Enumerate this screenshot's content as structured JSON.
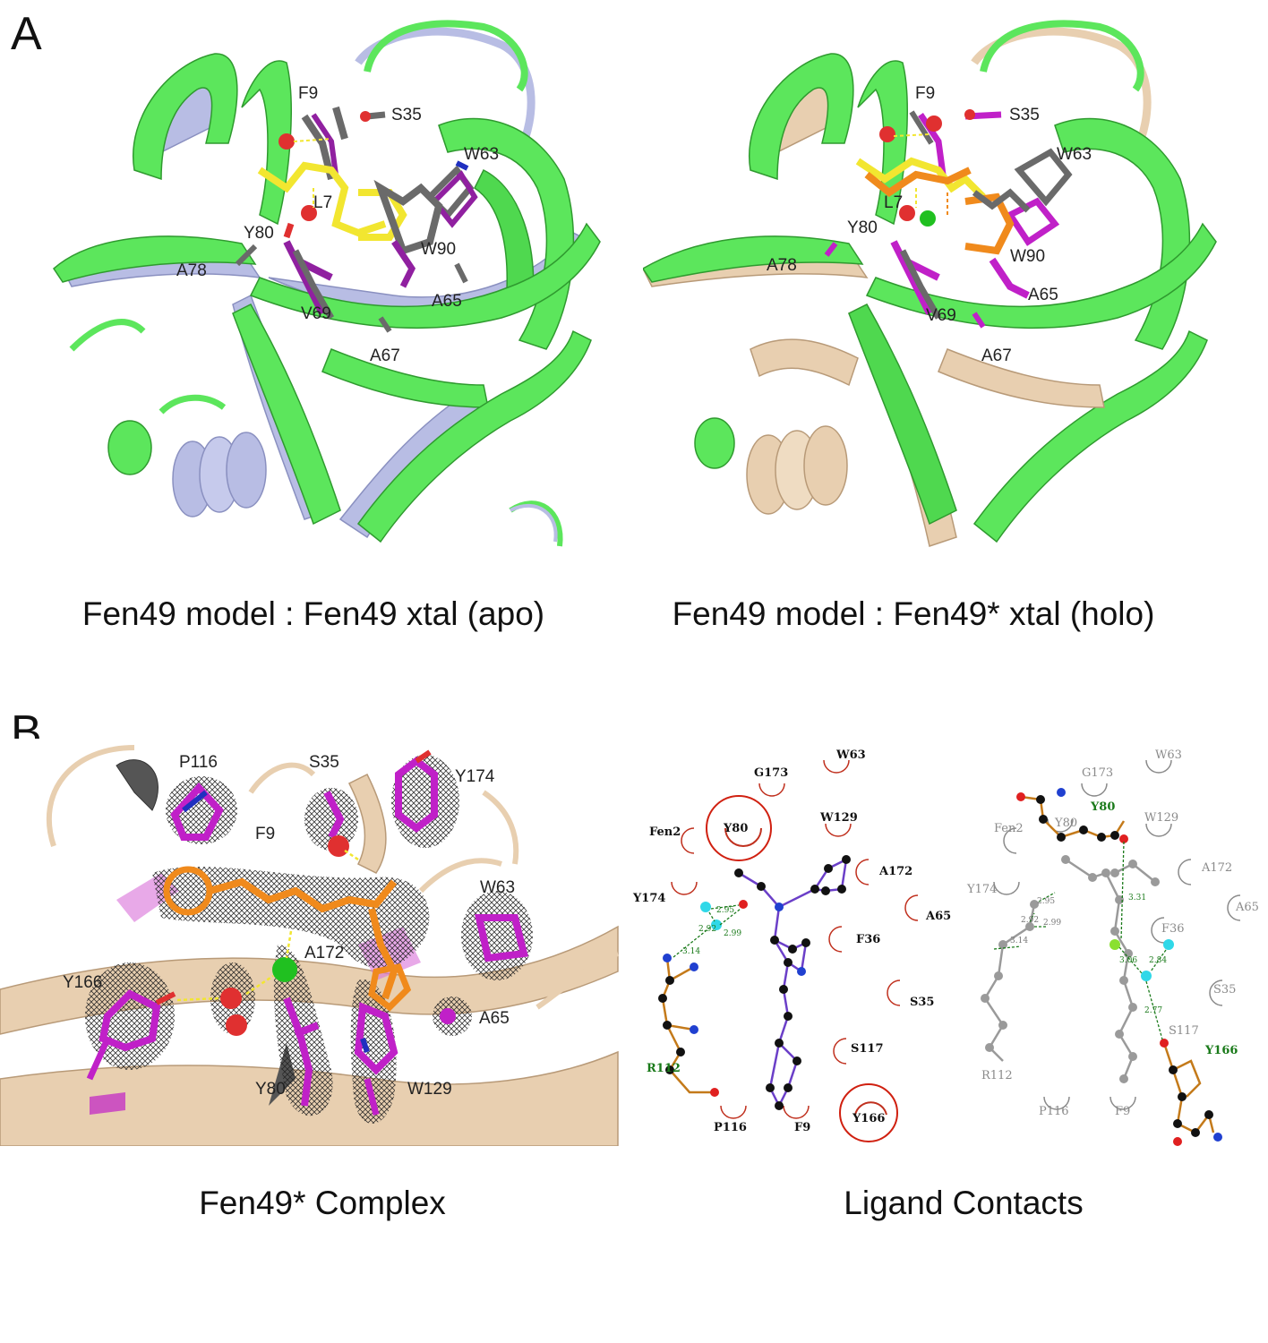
{
  "panels": {
    "a_label": "A",
    "b_label": "B"
  },
  "captions": {
    "a_left": "Fen49 model : Fen49 xtal (apo)",
    "a_right": "Fen49 model : Fen49* xtal (holo)",
    "b_left": "Fen49* Complex",
    "b_right": "Ligand Contacts"
  },
  "apo_structure": {
    "residues": [
      "F9",
      "S35",
      "W63",
      "L7",
      "Y80",
      "W90",
      "A78",
      "A65",
      "V69",
      "A67"
    ]
  },
  "holo_structure": {
    "residues": [
      "F9",
      "S35",
      "W63",
      "L7",
      "Y80",
      "W90",
      "A78",
      "A65",
      "V69",
      "A67"
    ]
  },
  "complex": {
    "residues": [
      "P116",
      "S35",
      "Y174",
      "F9",
      "W63",
      "A172",
      "Y166",
      "A65",
      "Y80",
      "W129"
    ]
  },
  "ligplot_left": {
    "contacts": [
      "G173",
      "W63",
      "Fen2",
      "Y80",
      "W129",
      "A172",
      "Y174",
      "A65",
      "F36",
      "S35",
      "S117",
      "P116",
      "F9",
      "Y166"
    ],
    "bonded_residue": "R112",
    "distances": [
      "2.95",
      "2.92",
      "2.99",
      "3.14"
    ]
  },
  "ligplot_right": {
    "contacts": [
      "G173",
      "W63",
      "Fen2",
      "Y80",
      "W129",
      "A172",
      "Y174",
      "A65",
      "F36",
      "S35",
      "S117",
      "P116",
      "F9",
      "R112"
    ],
    "bonded_residues": [
      "Y80",
      "Y166"
    ],
    "distances": [
      "2.95",
      "2.92",
      "2.99",
      "3.14",
      "3.31",
      "3.06",
      "2.84",
      "2.77"
    ]
  },
  "colors": {
    "model_green": "#5ce65c",
    "apo_lavender": "#b8bde4",
    "holo_wheat": "#e8cfb0",
    "ligand_yellow": "#f2e630",
    "ligand_orange": "#f08a1c",
    "sidechain_magenta": "#c020c8",
    "sidechain_gray": "#6a6a6a",
    "water_red": "#e03030",
    "ion_green": "#20c020"
  }
}
